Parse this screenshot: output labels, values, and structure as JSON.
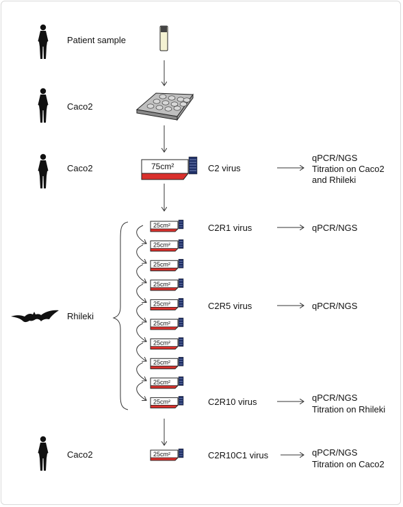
{
  "colors": {
    "flask_red": "#d9302c",
    "cap_blue": "#1f2f66",
    "line": "#333333"
  },
  "rows": {
    "patient": {
      "label": "Patient sample",
      "icon": "human-silhouette-icon"
    },
    "caco2_plate": {
      "label": "Caco2",
      "icon": "human-silhouette-icon"
    },
    "caco2_flask": {
      "label": "Caco2",
      "flask_label": "75cm²",
      "virus": "C2 virus",
      "outputs": [
        "qPCR/NGS",
        "Titration on Caco2",
        "and Rhileki"
      ]
    },
    "rhileki": {
      "label": "Rhileki",
      "icon": "bat-silhouette-icon",
      "flask_label": "25cm²",
      "passages": 10
    },
    "c2r1": {
      "virus": "C2R1 virus",
      "outputs": [
        "qPCR/NGS"
      ]
    },
    "c2r5": {
      "virus": "C2R5 virus",
      "outputs": [
        "qPCR/NGS"
      ]
    },
    "c2r10": {
      "virus": "C2R10 virus",
      "outputs": [
        "qPCR/NGS",
        "Titration on Rhileki"
      ]
    },
    "caco2_final": {
      "label": "Caco2",
      "flask_label": "25cm²",
      "virus": "C2R10C1 virus",
      "outputs": [
        "qPCR/NGS",
        "Titration on Caco2"
      ]
    }
  }
}
